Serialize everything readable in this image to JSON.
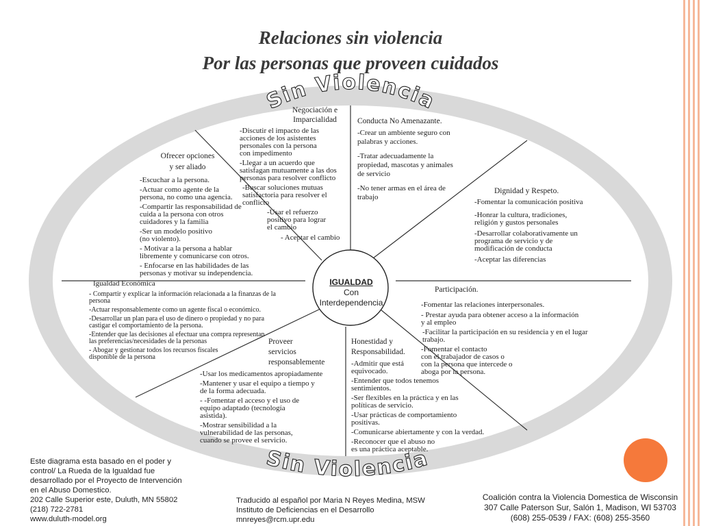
{
  "title": {
    "line1": "Relaciones sin violencia",
    "line2": "Por las personas que proveen cuidados"
  },
  "ring": {
    "top_text": "Sin Violencia",
    "bottom_text": "Sin Violencia"
  },
  "center": {
    "line1": "IGUALDAD",
    "line2": "Con",
    "line3": "Interdependencia"
  },
  "sections": {
    "negociacion": {
      "heading": "Negociación e\nImparcialidad",
      "items": [
        "-Discutir el impacto de las\nacciones de los asistentes\npersonales con la persona\ncon  impedimento",
        "-Llegar a un acuerdo que\nsatisfagan mutuamente a las dos\npersonas para resolver conflicto",
        "-Buscar soluciones mutuas\n   satisfactoria para resolver el\n   conflicto",
        "-Usar el refuerzo\n  positivo para lograr\n  el cambio",
        "- Aceptar el cambio"
      ]
    },
    "conducta": {
      "heading": "Conducta No Amenazante.",
      "items": [
        "-Crear un ambiente seguro con\npalabras y acciones.",
        "-Tratar adecuadamente la\npropiedad, mascotas y animales\nde servicio",
        "-No tener armas en el área de\ntrabajo"
      ]
    },
    "dignidad": {
      "heading": "Dignidad y Respeto.",
      "items": [
        "-Fomentar la comunicación positiva",
        "-Honrar la cultura, tradiciones,\nreligión y gustos personales",
        "-Desarrollar colaborativamente un\nprograma de servicio y de\nmodificación de conducta",
        "-Aceptar las diferencias"
      ]
    },
    "participacion": {
      "heading": "Participación.",
      "items": [
        "-Fomentar las relaciones interpersonales.",
        "- Prestar ayuda para obtener acceso a la información\ny al empleo",
        "  -Facilitar la participación en su residencia y en el lugar\ntrabajo.",
        "               -Fomentar el contacto\n                con el trabajador  de casos o\n                  con la persona que  intercede o\n                        abogа  por la persona."
      ]
    },
    "honestidad": {
      "heading": "Honestidad y\nResponsabilidad.",
      "items": [
        "-Admitir que está\nequivocado.",
        "-Entender que todos tenemos\nsentimientos.",
        " -Ser flexibles en la práctica y  en las\npolíticas de servicio.",
        "-Usar  prácticas de comportamiento\npositivas.",
        "-Comunicarse abiertamente y con la verdad.",
        "-Reconocer que el abuso no\nes una práctica aceptable."
      ]
    },
    "proveer": {
      "heading": "Proveer\nservicios\nresponsablemente",
      "items": [
        "-Usar los medicamentos  apropiadamente",
        "-Mantener y usar el equipo a tiempo y\nde la forma adecuada.",
        "- -Fomentar el acceso y  el uso de\nequipo  adaptado (tecnología\nasistida).",
        "-Mostrar sensibilidad a  la\n         vulnerabilidad de las personas,\n         cuando se  provee el servicio."
      ]
    },
    "economica": {
      "heading": "Igualdad Económica",
      "items": [
        "- Compartir y explicar la información relacionada a la finanzas de la\npersona",
        "-Actuar responsablemente como un agente fiscal o económico.",
        "-Desarrollar un plan para el uso de dinero o propiedad y no para\ncastigar el comportamiento de la persona.",
        " -Entender que las decisiones al efectuar una compra representan\nlas preferencias/necesidades de la personas",
        " - Abogar y gestionar todos los recursos fiscales\ndisponible de la persona"
      ]
    },
    "opciones": {
      "heading": "Ofrecer opciones\ny ser aliado",
      "items": [
        "-Escuchar a la persona.",
        "-Actuar como agente de la\npersona, no como una agencia.",
        " -Compartir las responsabilidad de\ncuida a la persona con otros\ncuidadores y la familia",
        "-Ser un modelo positivo\n(no violento).",
        " - Motivar a la persona a hablar\nlibremente y comunicarse con otros.",
        "- Enfocarse en las habilidades de las\npersonas y motivar su independencia."
      ]
    }
  },
  "footer": {
    "left": [
      "Este diagrama esta basado en el poder y",
      "control/ La Rueda de la Igualdad fue",
      "desarrollado por el Proyecto de Intervención",
      "en el Abuso Domestico.",
      "202 Calle Superior este, Duluth, MN 55802",
      "(218) 722-2781",
      "www.duluth-model.org"
    ],
    "middle": [
      "Traducido al español por Maria N Reyes Medina, MSW",
      "Instituto de Deficiencias en el Desarrollo",
      "mnreyes@rcm.upr.edu"
    ],
    "right": [
      "Coalición contra la Violencia Domestica de Wisconsin",
      "307 Calle Paterson Sur, Salón 1, Madison, WI 53703",
      "(608) 255-0539 / FAX: (608) 255-3560"
    ]
  },
  "colors": {
    "ring": "#d9d9d9",
    "accent": "#f5793b",
    "stripes": "#f6b89a"
  }
}
